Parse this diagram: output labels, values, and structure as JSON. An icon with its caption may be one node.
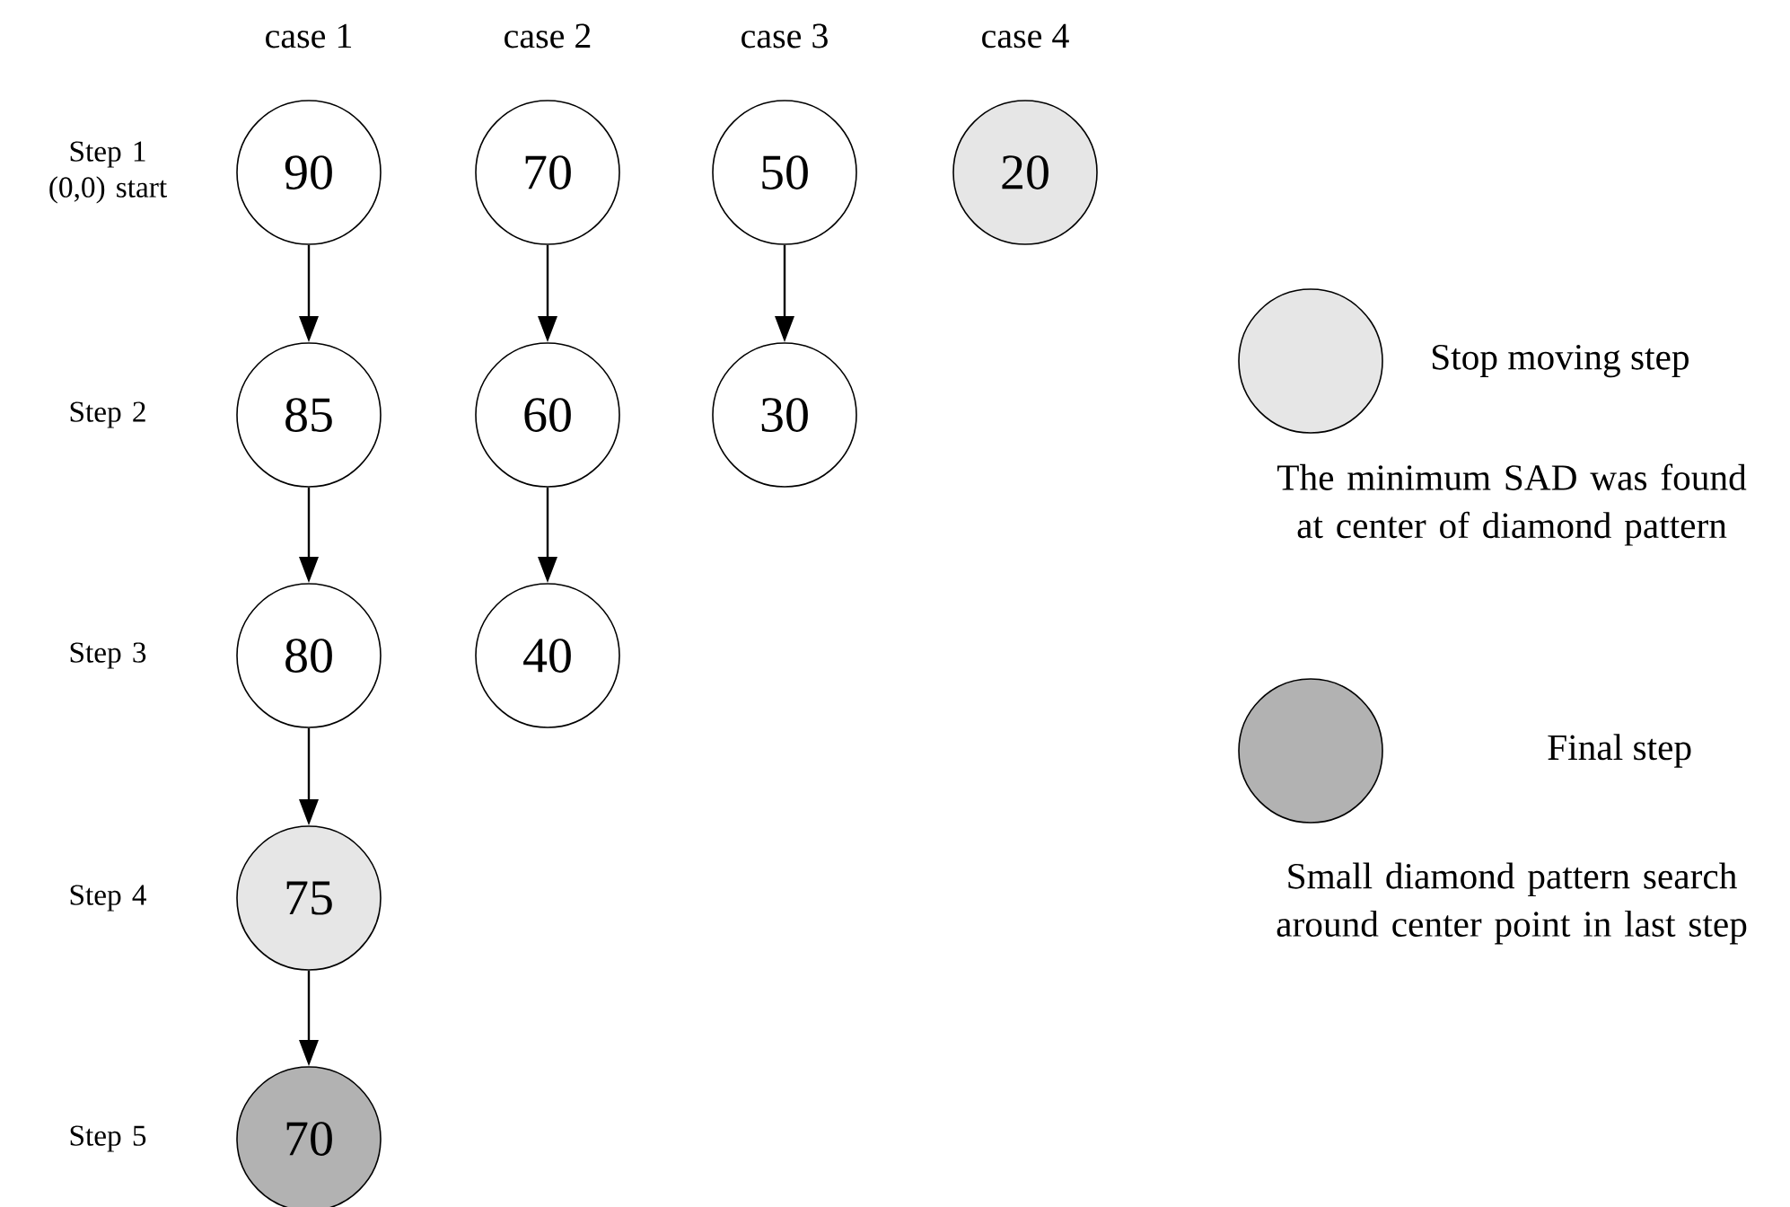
{
  "diagram": {
    "nodes": [
      {
        "text": [
          "90"
        ]
      },
      {
        "text": [
          "70"
        ]
      },
      {
        "text": [
          "50"
        ]
      },
      {
        "text": [
          "20"
        ]
      },
      {
        "text": [
          "85"
        ]
      },
      {
        "text": [
          "60"
        ]
      },
      {
        "text": [
          "30"
        ]
      },
      {
        "text": [
          "80"
        ]
      },
      {
        "text": [
          "40"
        ]
      },
      {
        "text": [
          "75"
        ]
      },
      {
        "text": [
          "70"
        ]
      }
    ],
    "edges": [
      {
        "from": 0,
        "to": 4,
        "arrow": "to"
      },
      {
        "from": 1,
        "to": 5,
        "arrow": "to"
      },
      {
        "from": 2,
        "to": 6,
        "arrow": "to"
      },
      {
        "from": 4,
        "to": 7,
        "arrow": "to"
      },
      {
        "from": 5,
        "to": 8,
        "arrow": "to"
      },
      {
        "from": 7,
        "to": 9,
        "arrow": "to"
      },
      {
        "from": 9,
        "to": 10,
        "arrow": "to"
      }
    ],
    "labels": [
      "case 1",
      "case 2",
      "case 3",
      "case 4",
      "Step 1 (0,0) start",
      "Step 2",
      "Step 3",
      "Step 4",
      "Step 5",
      "The minimum SAD was found at center of diamond pattern",
      "Small diamond pattern search around center point in last step"
    ],
    "legend": [
      {
        "text": "Stop moving step",
        "color": "#e6e6e6"
      },
      {
        "text": "Final step",
        "color": "#b2b2b2"
      }
    ]
  }
}
